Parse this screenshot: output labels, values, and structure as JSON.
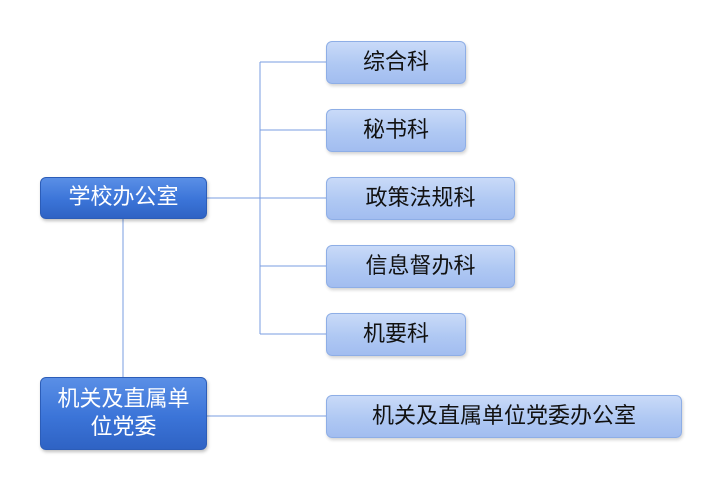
{
  "diagram": {
    "nodes": [
      {
        "id": "n-root",
        "label": "学校办公室"
      },
      {
        "id": "n-jg",
        "label": "机关及直属单位党委"
      },
      {
        "id": "n-c1",
        "label": "综合科"
      },
      {
        "id": "n-c2",
        "label": "秘书科"
      },
      {
        "id": "n-c3",
        "label": "政策法规科"
      },
      {
        "id": "n-c4",
        "label": "信息督办科"
      },
      {
        "id": "n-c5",
        "label": "机要科"
      },
      {
        "id": "n-c6",
        "label": "机关及直属单位党委办公室"
      }
    ],
    "edges": [
      {
        "from": "n-root",
        "to": "n-c1"
      },
      {
        "from": "n-root",
        "to": "n-c2"
      },
      {
        "from": "n-root",
        "to": "n-c3"
      },
      {
        "from": "n-root",
        "to": "n-c4"
      },
      {
        "from": "n-root",
        "to": "n-c5"
      },
      {
        "from": "n-root",
        "to": "n-jg"
      },
      {
        "from": "n-jg",
        "to": "n-c6"
      }
    ],
    "colors": {
      "primary_node": "#3b74d8",
      "secondary_node": "#afc8f3",
      "connector": "#7a9ee0"
    }
  }
}
